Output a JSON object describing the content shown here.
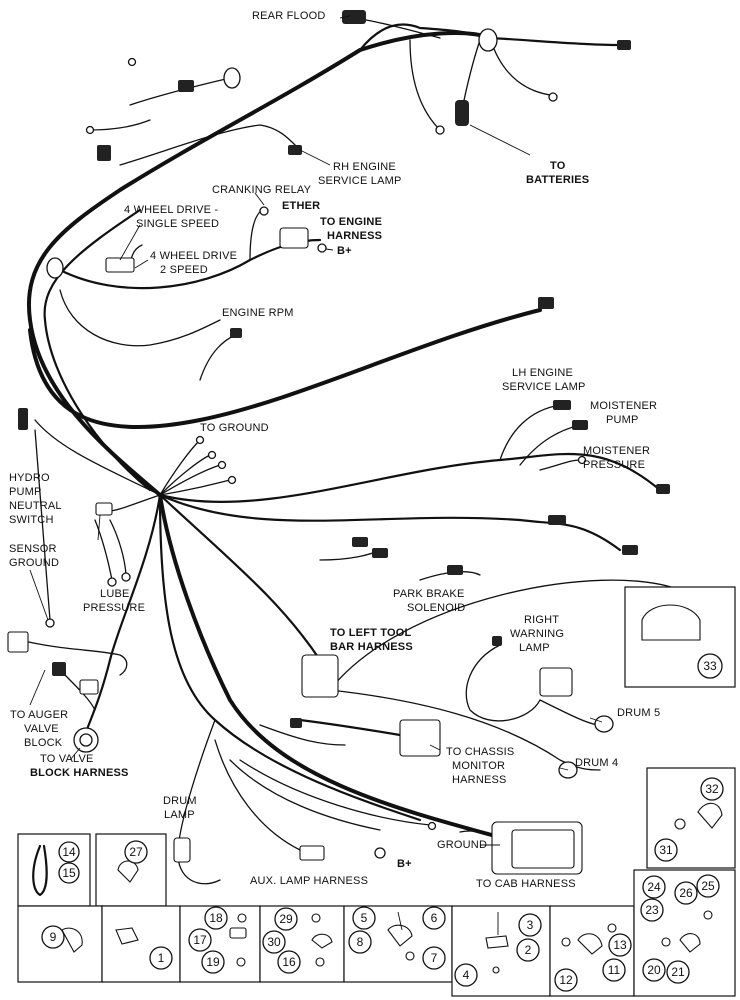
{
  "labels": {
    "rear_flood": "REAR FLOOD",
    "rh_engine_service_lamp_1": "RH ENGINE",
    "rh_engine_service_lamp_2": "SERVICE LAMP",
    "to_batteries_1": "TO",
    "to_batteries_2": "BATTERIES",
    "cranking_relay": "CRANKING RELAY",
    "four_wd_single_1": "4 WHEEL DRIVE -",
    "four_wd_single_2": "SINGLE SPEED",
    "ether": "ETHER",
    "to_engine_harness_1": "TO ENGINE",
    "to_engine_harness_2": "HARNESS",
    "b_plus_top": "B+",
    "four_wd_2speed_1": "4 WHEEL DRIVE",
    "four_wd_2speed_2": "2 SPEED",
    "engine_rpm": "ENGINE RPM",
    "lh_engine_service_lamp_1": "LH ENGINE",
    "lh_engine_service_lamp_2": "SERVICE LAMP",
    "moistener_pump_1": "MOISTENER",
    "moistener_pump_2": "PUMP",
    "moistener_pressure_1": "MOISTENER",
    "moistener_pressure_2": "PRESSURE",
    "to_ground": "TO GROUND",
    "hydro_1": "HYDRO",
    "hydro_2": "PUMP",
    "hydro_3": "NEUTRAL",
    "hydro_4": "SWITCH",
    "sensor_ground_1": "SENSOR",
    "sensor_ground_2": "GROUND",
    "lube_1": "LUBE",
    "lube_2": "PRESSURE",
    "park_brake_1": "PARK BRAKE",
    "park_brake_2": "SOLENOID",
    "left_tool_bar_1": "TO LEFT TOOL",
    "left_tool_bar_2": "BAR HARNESS",
    "right_warning_1": "RIGHT",
    "right_warning_2": "WARNING",
    "right_warning_3": "LAMP",
    "drum5": "DRUM 5",
    "drum4": "DRUM 4",
    "auger_1": "TO AUGER",
    "auger_2": "VALVE",
    "auger_3": "BLOCK",
    "valve_block_1": "TO VALVE",
    "valve_block_2": "BLOCK HARNESS",
    "chassis_1": "TO CHASSIS",
    "chassis_2": "MONITOR",
    "chassis_3": "HARNESS",
    "drum_lamp_1": "DRUM",
    "drum_lamp_2": "LAMP",
    "ground": "GROUND",
    "b_plus_bottom": "B+",
    "aux_lamp": "AUX. LAMP HARNESS",
    "to_cab": "TO CAB HARNESS"
  },
  "callouts": {
    "n1": "1",
    "n2": "2",
    "n3": "3",
    "n4": "4",
    "n5": "5",
    "n6": "6",
    "n7": "7",
    "n8": "8",
    "n9": "9",
    "n11": "11",
    "n12": "12",
    "n13": "13",
    "n14": "14",
    "n15": "15",
    "n16": "16",
    "n17": "17",
    "n18": "18",
    "n19": "19",
    "n20": "20",
    "n21": "21",
    "n23": "23",
    "n24": "24",
    "n25": "25",
    "n26": "26",
    "n27": "27",
    "n29": "29",
    "n30": "30",
    "n31": "31",
    "n32": "32",
    "n33": "33"
  }
}
